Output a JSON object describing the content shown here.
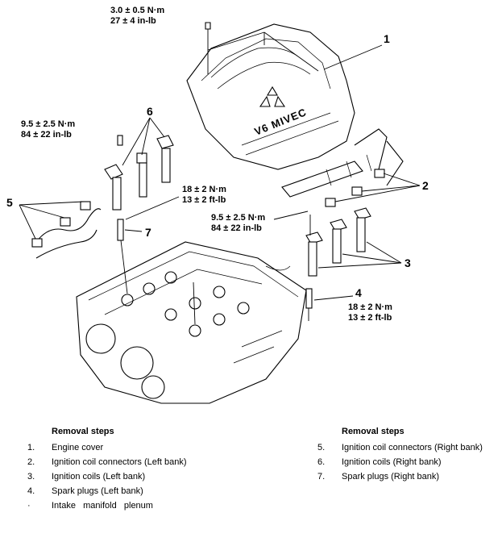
{
  "callouts": {
    "c1": "1",
    "c2": "2",
    "c3": "3",
    "c4": "4",
    "c5": "5",
    "c6": "6",
    "c7": "7"
  },
  "specs": {
    "cover_torque": [
      "3.0 ± 0.5 N·m",
      "27 ± 4 in-lb"
    ],
    "left_coil_torque": [
      "9.5 ± 2.5 N·m",
      "84 ± 22 in-lb"
    ],
    "right_plug_torque": [
      "18 ± 2 N·m",
      "13 ± 2 ft-lb"
    ],
    "right_coil_torque": [
      "9.5 ± 2.5 N·m",
      "84 ± 22 in-lb"
    ],
    "left_plug_torque": [
      "18 ± 2 N·m",
      "13 ± 2 ft-lb"
    ]
  },
  "cover_text": "V6 MIVEC",
  "removal_left": {
    "heading": "Removal steps",
    "items": [
      {
        "num": "1.",
        "label": "Engine cover"
      },
      {
        "num": "2.",
        "label": "Ignition coil connectors (Left bank)"
      },
      {
        "num": "3.",
        "label": "Ignition coils (Left bank)"
      },
      {
        "num": "4.",
        "label": "Spark plugs (Left bank)"
      },
      {
        "num": "·",
        "label": "Intake   manifold   plenum"
      }
    ]
  },
  "removal_right": {
    "heading": "Removal steps",
    "items": [
      {
        "num": "5.",
        "label": "Ignition coil connectors (Right bank)"
      },
      {
        "num": "6.",
        "label": "Ignition coils (Right bank)"
      },
      {
        "num": "7.",
        "label": "Spark plugs (Right bank)"
      }
    ]
  }
}
